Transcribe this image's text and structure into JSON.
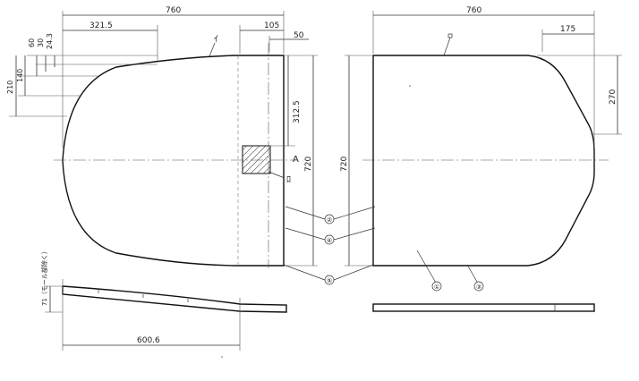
{
  "left_view": {
    "dims": {
      "overall_width": "760",
      "offset_321": "321.5",
      "right_105": "105",
      "right_50": "50",
      "v60": "60",
      "v30": "30",
      "v24": "24.3",
      "v140": "140",
      "v210": "210",
      "v312": "312.5",
      "height_720": "720"
    },
    "labels": {
      "section_a": "A",
      "part_a": "ｲ",
      "part_b": "ﾛ"
    }
  },
  "right_view": {
    "dims": {
      "overall_width": "760",
      "v175": "175",
      "v270": "270",
      "height_720": "720"
    }
  },
  "side_view": {
    "dims": {
      "thickness_label": "71（モール部除く）",
      "length": "600.6"
    }
  },
  "balloons": [
    "②",
    "④",
    "⑤",
    "①",
    "③"
  ]
}
